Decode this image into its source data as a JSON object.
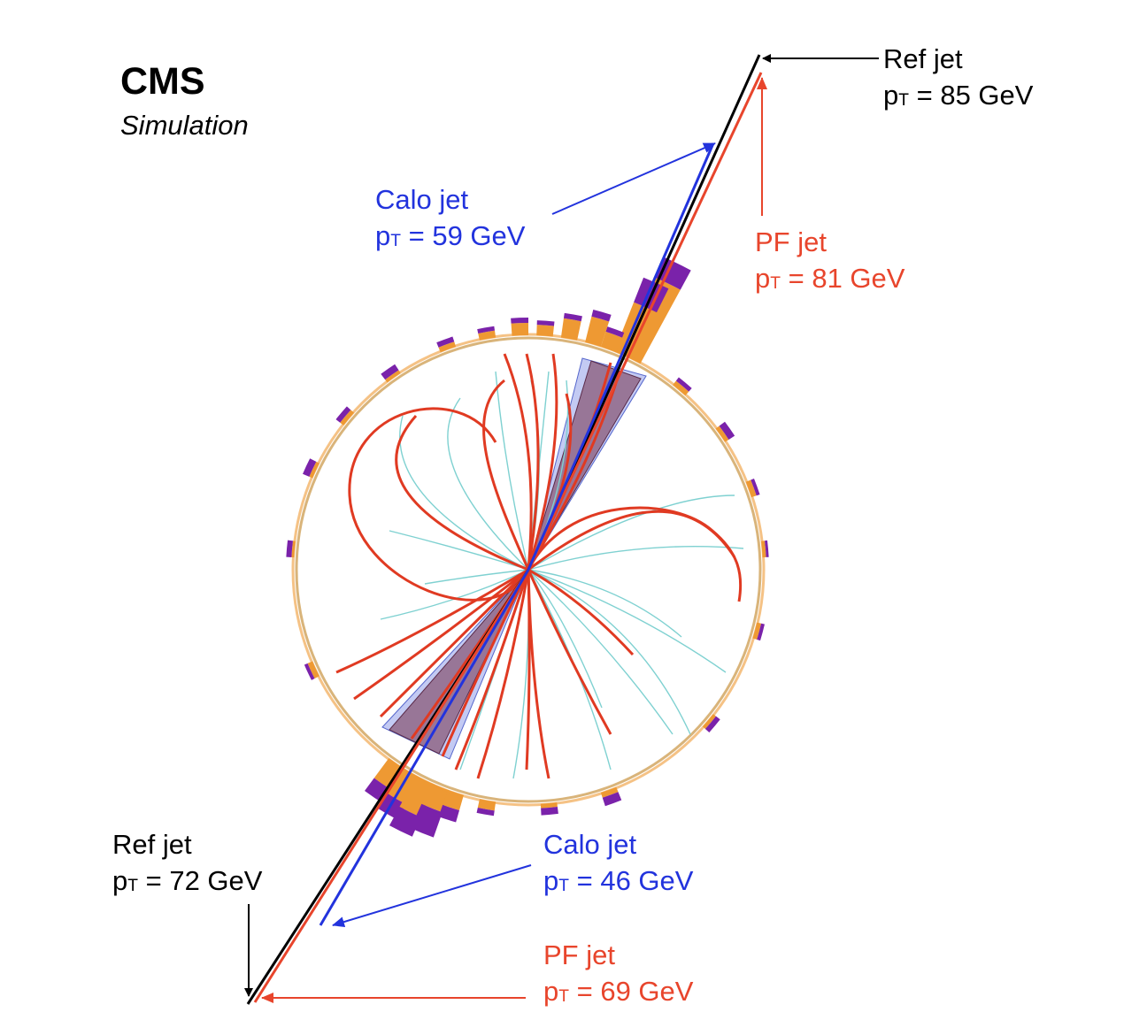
{
  "header": {
    "experiment": "CMS",
    "subtitle": "Simulation"
  },
  "labels": {
    "ref_top": {
      "name": "Ref jet",
      "pt_value": "85 GeV",
      "color": "#000000"
    },
    "calo_top": {
      "name": "Calo jet",
      "pt_value": "59 GeV",
      "color": "#2233dd"
    },
    "pf_top": {
      "name": "PF jet",
      "pt_value": "81 GeV",
      "color": "#e8452c"
    },
    "ref_bottom": {
      "name": "Ref jet",
      "pt_value": "72 GeV",
      "color": "#000000"
    },
    "calo_bottom": {
      "name": "Calo jet",
      "pt_value": "46 GeV",
      "color": "#2233dd"
    },
    "pf_bottom": {
      "name": "PF jet",
      "pt_value": "69 GeV",
      "color": "#e8452c"
    }
  },
  "pt_symbol": {
    "p": "p",
    "t": "T",
    "eq": " = "
  },
  "colors": {
    "ref": "#000000",
    "calo": "#2233dd",
    "pf": "#e8452c",
    "charged_track": "#e03a22",
    "neutral_track": "#7fd1d1",
    "ecal": "#ee9933",
    "hcal": "#7a22aa",
    "cone_pf": "#8a5a78",
    "cone_calo": "#aab4ee"
  }
}
